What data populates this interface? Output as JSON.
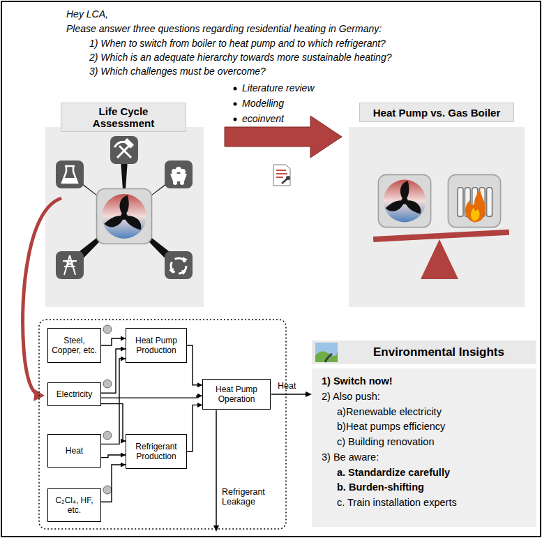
{
  "diagram": {
    "nodes": [
      {
        "text": [
          "Life Cycle Assessment"
        ]
      },
      {
        "text": [
          "Heat Pump vs. Gas Boiler"
        ]
      },
      {
        "text": [
          "Steel, Copper, etc."
        ]
      },
      {
        "text": [
          "Electricity"
        ]
      },
      {
        "text": [
          "Heat"
        ]
      },
      {
        "text": [
          "C₂Cl₄, HF, etc."
        ]
      },
      {
        "text": [
          "Heat Pump Production"
        ]
      },
      {
        "text": [
          "Refrigerant Production"
        ]
      },
      {
        "text": [
          "Heat Pump Operation"
        ]
      },
      {
        "text": [
          "Environmental Insights"
        ]
      },
      {
        "text": [
          "1) Switch now!",
          "2) Also push:",
          "a)Renewable electricity",
          "b)Heat pumps efficiency",
          "c) Building renovation",
          "3) Be aware:",
          "a. Standardize carefully",
          "b. Burden-shifting",
          "c. Train installation experts"
        ]
      }
    ],
    "edges": [
      {
        "from": 2,
        "to": 6,
        "arrow": "to"
      },
      {
        "from": 3,
        "to": 6,
        "arrow": "to"
      },
      {
        "from": 3,
        "to": 8,
        "arrow": "to"
      },
      {
        "from": 3,
        "to": 7,
        "arrow": "to"
      },
      {
        "from": 4,
        "to": 6,
        "arrow": "to"
      },
      {
        "from": 4,
        "to": 7,
        "arrow": "to"
      },
      {
        "from": 5,
        "to": 7,
        "arrow": "to"
      },
      {
        "from": 6,
        "to": 8,
        "arrow": "to"
      },
      {
        "from": 7,
        "to": 8,
        "arrow": "to"
      }
    ],
    "labels": [
      "Hey LCA,",
      "Please answer three questions regarding residential heating in Germany:",
      "1) When to switch from boiler to heat pump and to which refrigerant?",
      "2) Which is an adequate hierarchy towards more sustainable heating?",
      "3) Which challenges must be overcome?",
      "Literature review",
      "Modelling",
      "ecoinvent",
      "Heat",
      "Refrigerant Leakage"
    ]
  }
}
